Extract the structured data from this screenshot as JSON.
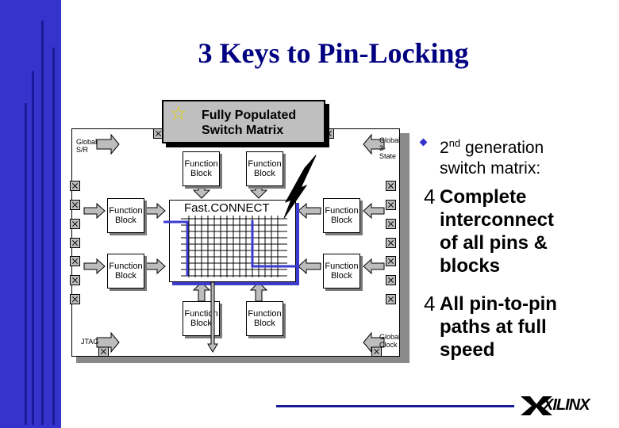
{
  "title": "3 Keys to Pin-Locking",
  "callout": {
    "icon": "star-outline-icon",
    "line1": "Fully Populated",
    "line2": "Switch Matrix"
  },
  "chip": {
    "labels": {
      "global_sr": "Global S/R",
      "global_3state": "Global 3-State",
      "jtag": "JTAG",
      "global_clock": "Global Clock"
    },
    "fastconnect": "Fast.CONNECT",
    "function_block": [
      "Function",
      "Block"
    ]
  },
  "bullets": {
    "main": [
      "2",
      "nd",
      " generation",
      "switch matrix:"
    ],
    "sub1": [
      "Complete",
      "interconnect",
      "of all pins &",
      "blocks"
    ],
    "sub2": [
      "All pin-to-pin",
      "paths at full",
      "speed"
    ],
    "sub_marker": "4"
  },
  "logo": "XILINX",
  "colors": {
    "sidebar": "#3434cc",
    "title": "#000080",
    "accent_shadow": "#3b3bd0",
    "star": "#e8d400"
  }
}
